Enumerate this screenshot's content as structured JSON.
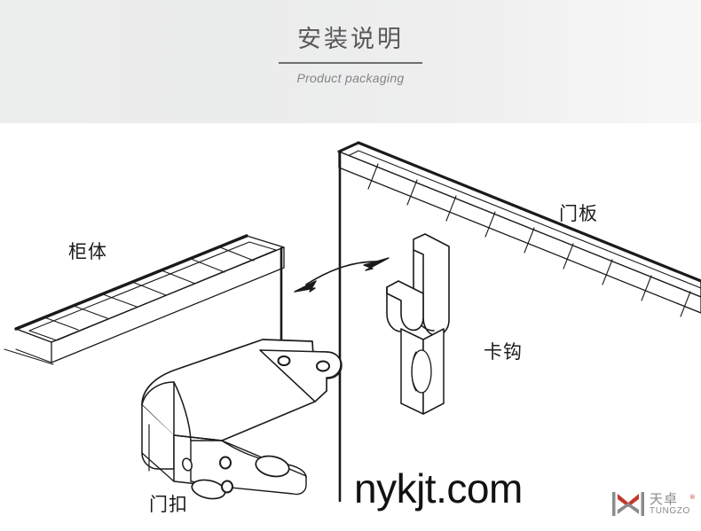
{
  "header": {
    "title_cn": "安装说明",
    "title_en": "Product packaging"
  },
  "diagram": {
    "labels": {
      "cabinet": "柜体",
      "door_panel": "门板",
      "hook": "卡钩",
      "door_catch": "门扣"
    },
    "arrow": {
      "name": "engagement-arrow",
      "style": "double-headed-curved"
    },
    "line_color": "#1a1a1a",
    "fill_color": "#ffffff"
  },
  "watermark": {
    "text": "nykjt.com"
  },
  "brand": {
    "name_cn": "天卓",
    "name_en": "TUNGZO",
    "registered_mark": "®",
    "mark_color_red": "#c0392b",
    "mark_color_gray": "#8a8b8d"
  },
  "colors": {
    "header_band": "#ebecec",
    "title_text": "#58585a",
    "subtitle_text": "#838386",
    "rule": "#6d6e70",
    "page_background": "#ffffff",
    "label_text": "#1b1b1b"
  }
}
